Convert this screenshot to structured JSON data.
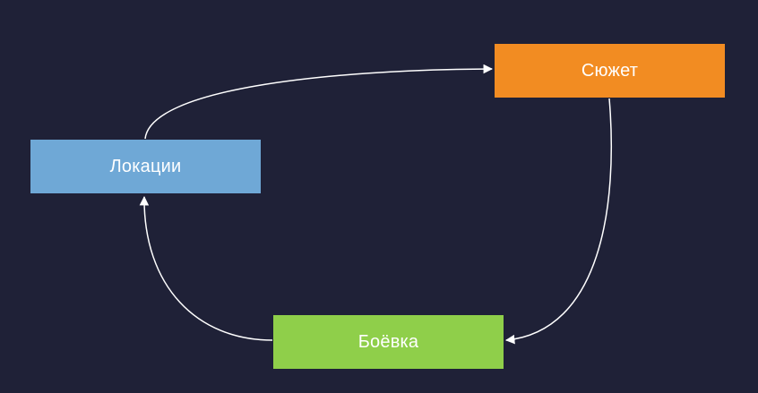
{
  "diagram": {
    "background": "#1f2137",
    "edge_color": "#ffffff",
    "nodes": {
      "locations": {
        "label": "Локации",
        "color": "#6fa8d6"
      },
      "plot": {
        "label": "Сюжет",
        "color": "#f28c22"
      },
      "combat": {
        "label": "Боёвка",
        "color": "#8fcf4a"
      }
    },
    "edges": [
      {
        "from": "Локации",
        "to": "Сюжет"
      },
      {
        "from": "Сюжет",
        "to": "Боёвка"
      },
      {
        "from": "Боёвка",
        "to": "Локации"
      }
    ]
  }
}
